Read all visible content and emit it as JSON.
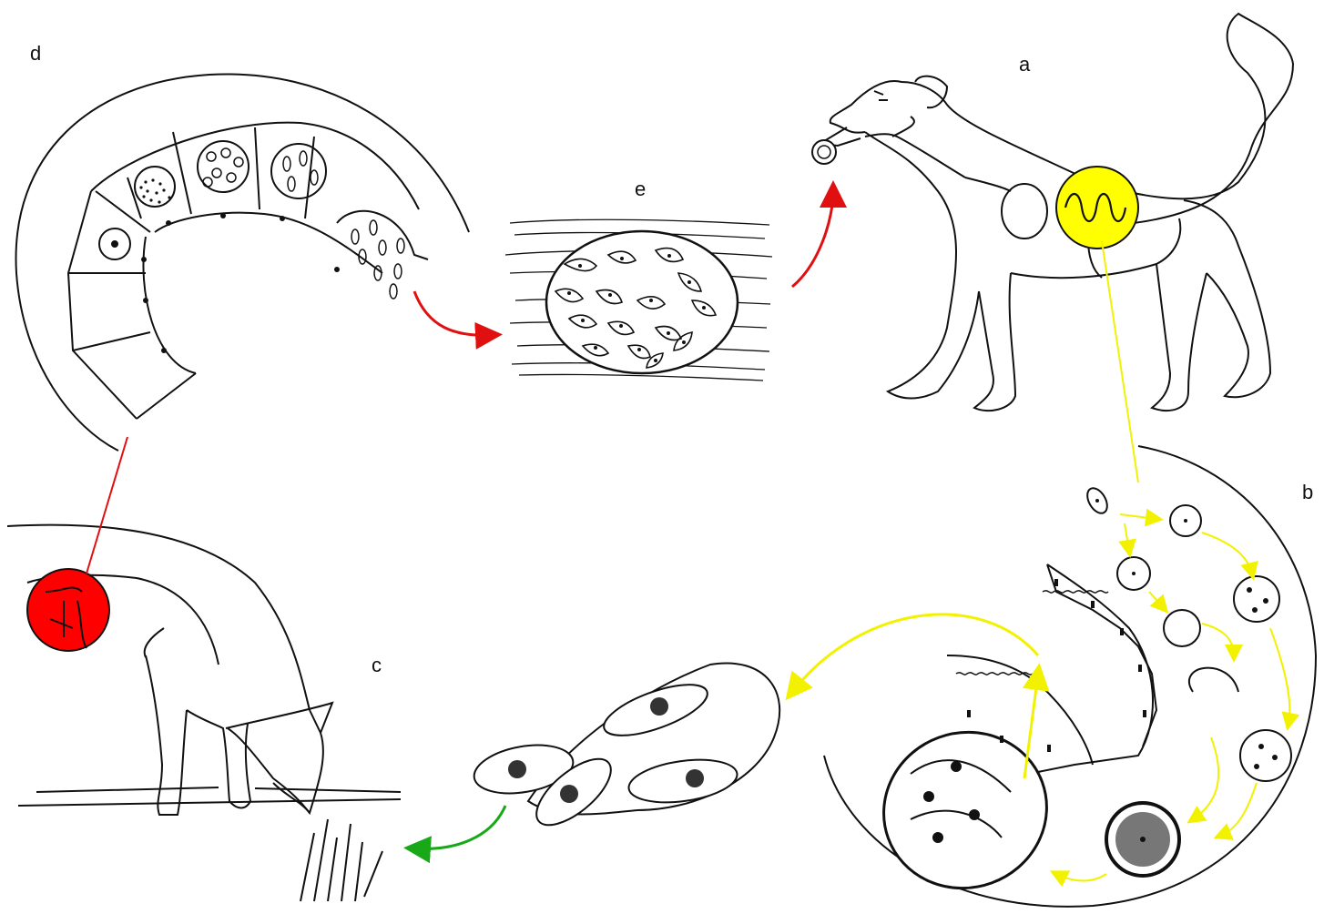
{
  "labels": {
    "a": "a",
    "b": "b",
    "c": "c",
    "d": "d",
    "e": "e"
  },
  "colors": {
    "line": "#111111",
    "highlight_dog": "#ffff00",
    "highlight_pig": "#ff0000",
    "arrow_red": "#e01010",
    "arrow_yellow": "#f2f200",
    "arrow_green": "#18a818"
  }
}
